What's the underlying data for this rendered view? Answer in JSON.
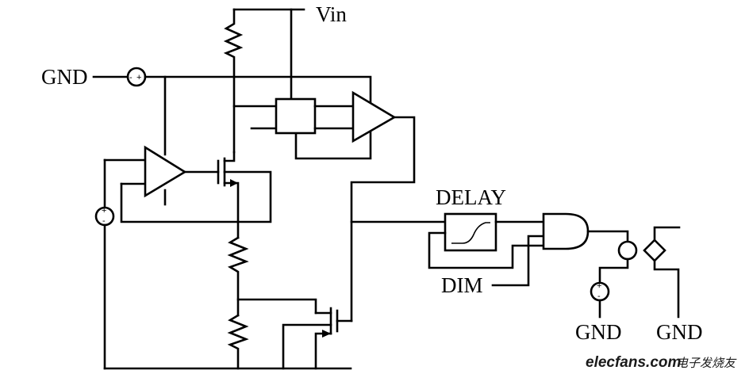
{
  "labels": {
    "vin": "Vin",
    "gnd_left": "GND",
    "delay": "DELAY",
    "dim": "DIM",
    "gnd_bottom_left": "GND",
    "gnd_bottom_right": "GND"
  },
  "source_signs": {
    "plus": "+",
    "minus": "-"
  },
  "watermark": {
    "brand": "elecfans.com",
    "chinese": "电子发烧友"
  }
}
